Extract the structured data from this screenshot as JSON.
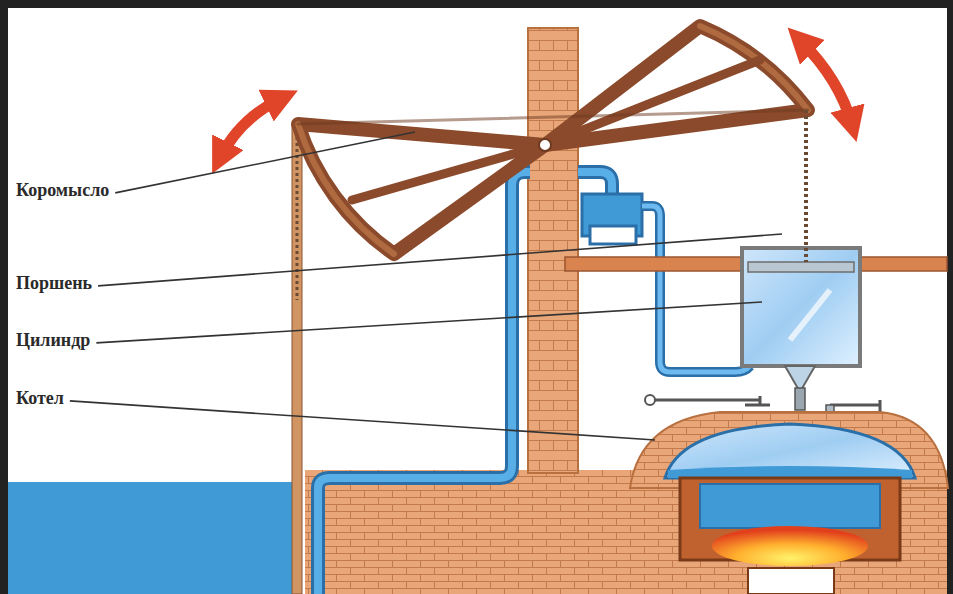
{
  "diagram": {
    "labels": [
      "Коромысло",
      "Поршень",
      "Цилиндр",
      "Котел"
    ]
  }
}
